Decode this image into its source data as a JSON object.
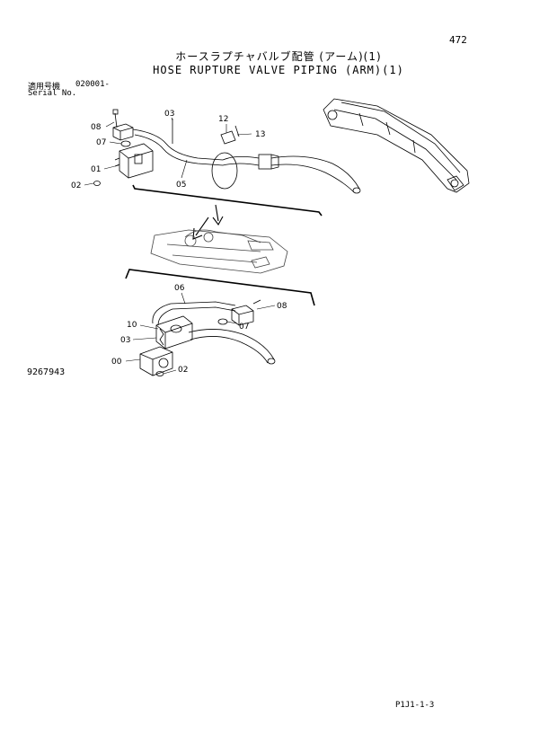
{
  "header": {
    "page_number": "472",
    "title_jp": "ホースラプチャバルブ配管 (アーム)(1)",
    "title_en": "HOSE RUPTURE VALVE PIPING (ARM)(1)",
    "serial_label_jp": "適用号機",
    "serial_value": "020001-",
    "serial_label_en": "Serial No."
  },
  "diagram": {
    "upper_labels": [
      "08",
      "07",
      "01",
      "02",
      "03",
      "05",
      "12",
      "13"
    ],
    "lower_labels": [
      "06",
      "08",
      "07",
      "10",
      "03",
      "00",
      "02"
    ]
  },
  "footer": {
    "drawing_number": "9267943",
    "code": "P1J1-1-3"
  }
}
